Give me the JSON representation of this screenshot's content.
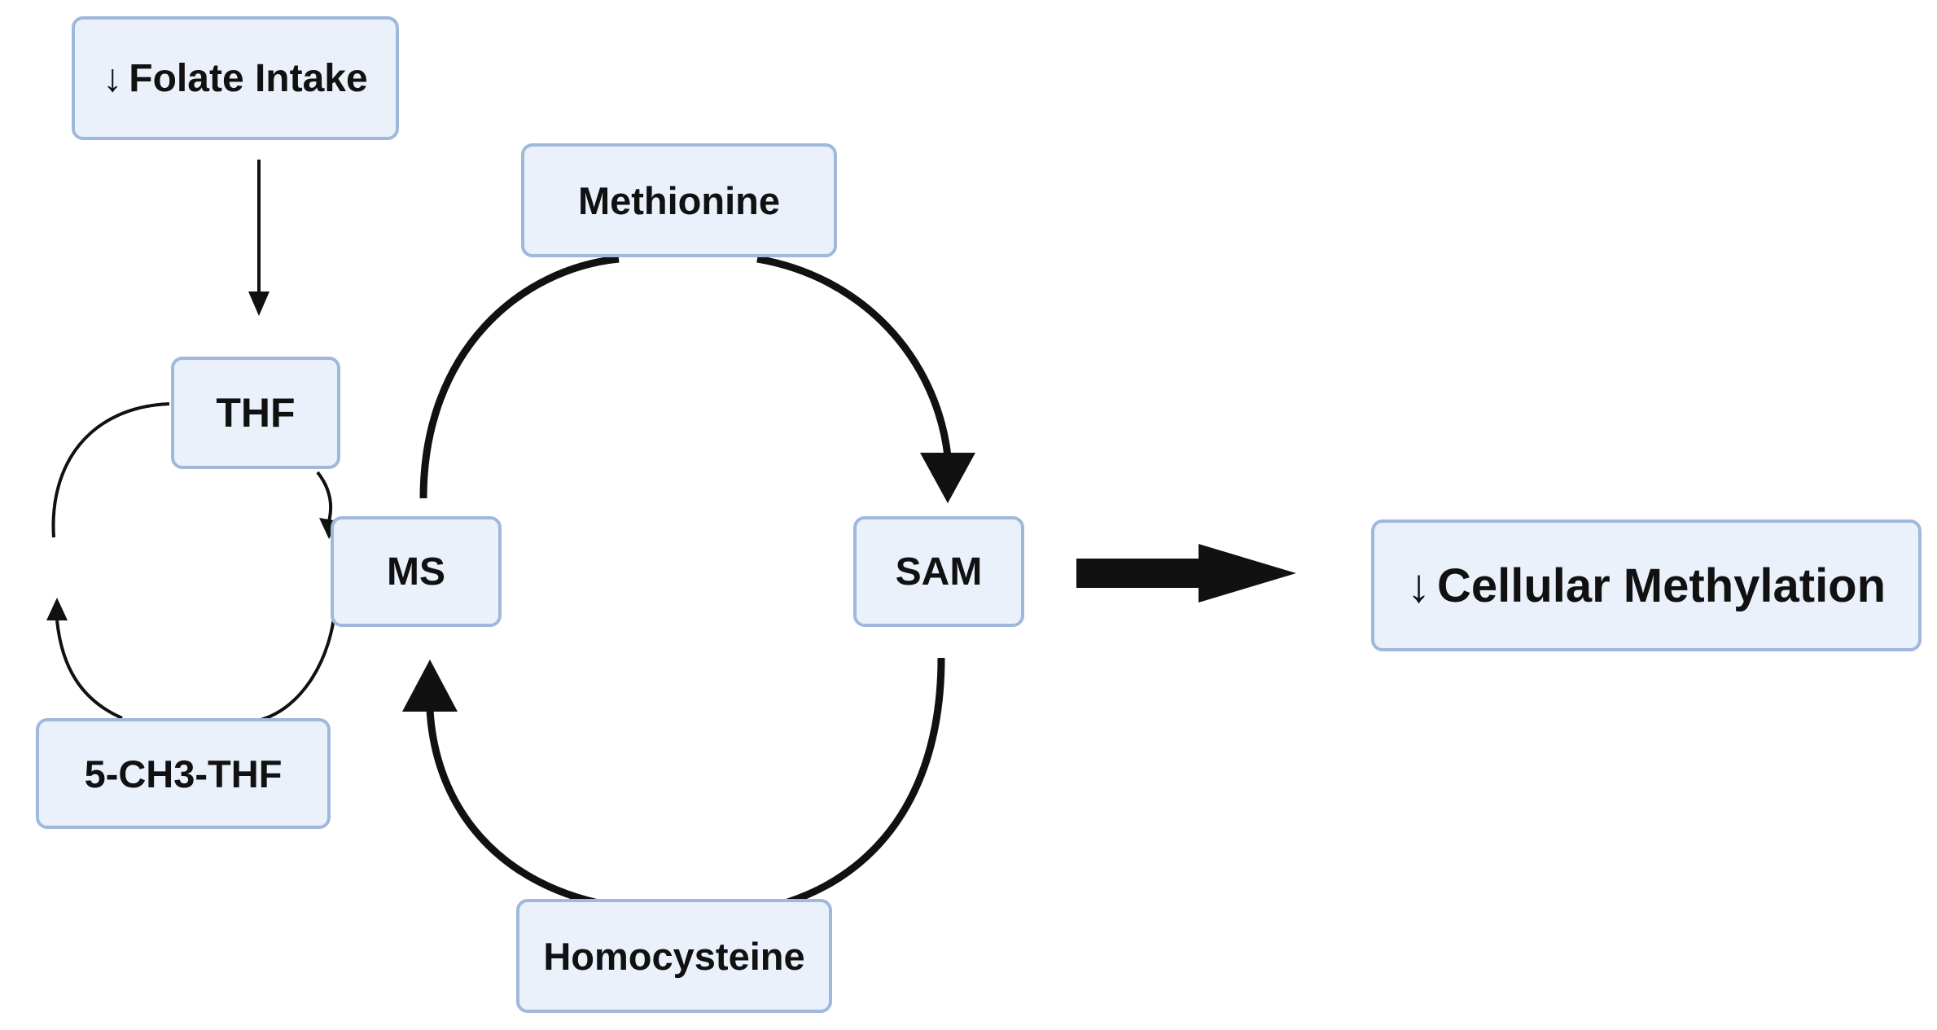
{
  "diagram": {
    "nodes": {
      "folate_intake": {
        "label": "Folate Intake",
        "prefix_glyph": "↓"
      },
      "methionine": {
        "label": "Methionine"
      },
      "thf": {
        "label": "THF"
      },
      "ms": {
        "label": "MS"
      },
      "sam": {
        "label": "SAM"
      },
      "five_ch3_thf": {
        "label": "5-CH3-THF"
      },
      "homocysteine": {
        "label": "Homocysteine"
      },
      "cellular_methylation": {
        "label": "Cellular Methylation",
        "prefix_glyph": "↓"
      }
    },
    "edges": [
      {
        "from": "Folate Intake",
        "to": "THF"
      },
      {
        "from": "THF",
        "to": "MS"
      },
      {
        "from": "5-CH3-THF",
        "to": "THF"
      },
      {
        "from": "MS",
        "to": "Methionine"
      },
      {
        "from": "Methionine",
        "to": "SAM"
      },
      {
        "from": "SAM",
        "to": "Homocysteine"
      },
      {
        "from": "Homocysteine",
        "to": "MS"
      },
      {
        "from": "SAM",
        "to": "Cellular Methylation"
      }
    ],
    "colors": {
      "node_fill": "#eaf1fb",
      "node_border": "#9fb8dc",
      "arrow": "#111111"
    }
  }
}
